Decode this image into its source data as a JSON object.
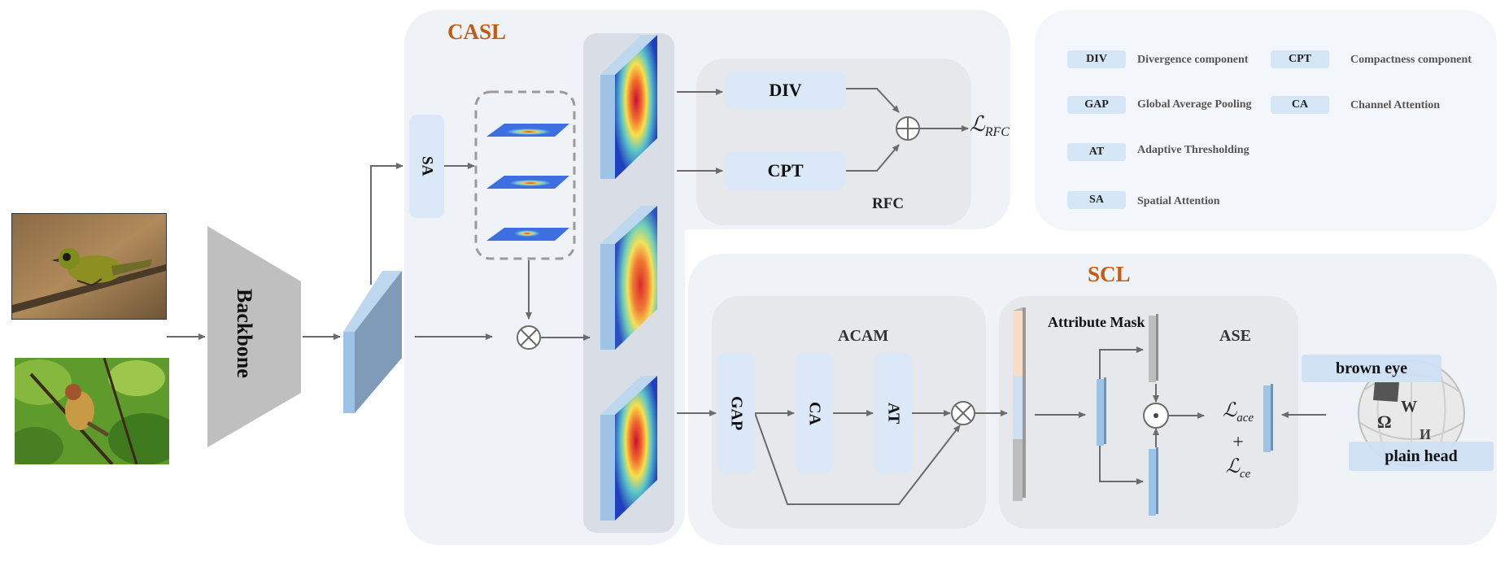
{
  "casl": {
    "title": "CASL",
    "sa": "SA",
    "rfc": "RFC",
    "div": "DIV",
    "cpt": "CPT",
    "loss_main": "ℒ",
    "loss_sub": "RFC"
  },
  "scl": {
    "title": "SCL",
    "acam": "ACAM",
    "ase": "ASE",
    "gap": "GAP",
    "ca": "CA",
    "at": "AT",
    "attribute_mask": "Attribute Mask",
    "loss_ace": "ℒ",
    "loss_ace_sub": "ace",
    "plus": "+",
    "loss_ce": "ℒ",
    "loss_ce_sub": "ce"
  },
  "backbone": "Backbone",
  "wiki": {
    "brown_eye": "brown eye",
    "plain_head": "plain head",
    "glyph_w": "W",
    "glyph_omega": "Ω",
    "glyph_i": "И"
  },
  "legend": [
    {
      "abbr": "DIV",
      "text": "Divergence component"
    },
    {
      "abbr": "CPT",
      "text": "Compactness component"
    },
    {
      "abbr": "GAP",
      "text": "Global Average Pooling"
    },
    {
      "abbr": "CA",
      "text": "Channel Attention"
    },
    {
      "abbr": "AT",
      "text": "Adaptive Thresholding"
    },
    {
      "abbr": "SA",
      "text": "Spatial Attention"
    }
  ],
  "colors": {
    "accent": "#c55a11",
    "panel": "#eff3f8",
    "module": "#e6e8ec",
    "box": "#dbe8f7",
    "feature": "#7f9bb8"
  }
}
